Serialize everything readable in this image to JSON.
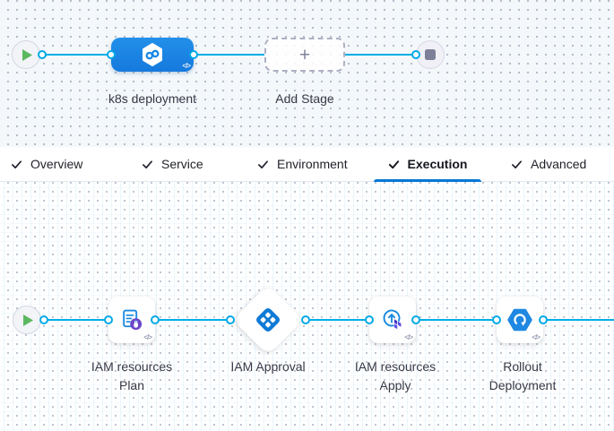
{
  "colors": {
    "connector_line": "#00ade4",
    "stage_node_blue": "#1b84e6",
    "tab_underline_blue": "#0278d5",
    "play_green": "#5bb85f",
    "stop_square_gray": "#7e8099",
    "approval_icon_blue": "#0f7bd6",
    "rollout_icon_blue": "#1e88e2",
    "terraform_purple": "#5c4ee5",
    "plan_badge_purple": "#6b46c9"
  },
  "stage_builder": {
    "stages": [
      {
        "name": "k8s deployment",
        "icon": "harness-cd-hexagon-infinity-icon",
        "code_glyph": "</>"
      }
    ],
    "add_stage": {
      "label": "Add Stage",
      "glyph": "+"
    }
  },
  "tab_bar": {
    "tabs": [
      {
        "label": "Overview",
        "checked": true,
        "active": false
      },
      {
        "label": "Service",
        "checked": true,
        "active": false
      },
      {
        "label": "Environment",
        "checked": true,
        "active": false
      },
      {
        "label": "Execution",
        "checked": true,
        "active": true
      },
      {
        "label": "Advanced",
        "checked": true,
        "active": false
      }
    ]
  },
  "execution_graph": {
    "steps": [
      {
        "lines": [
          "IAM resources",
          "Plan"
        ],
        "shape": "card",
        "icon": "terraform-plan-document-icon",
        "code_glyph": "</>"
      },
      {
        "lines": [
          "IAM Approval"
        ],
        "shape": "diamond",
        "icon": "harness-approval-icon"
      },
      {
        "lines": [
          "IAM resources",
          "Apply"
        ],
        "shape": "card",
        "icon": "terraform-apply-icon",
        "code_glyph": "</>"
      },
      {
        "lines": [
          "Rollout",
          "Deployment"
        ],
        "shape": "card",
        "icon": "k8s-rolling-deployment-icon",
        "code_glyph": "</>"
      }
    ]
  }
}
